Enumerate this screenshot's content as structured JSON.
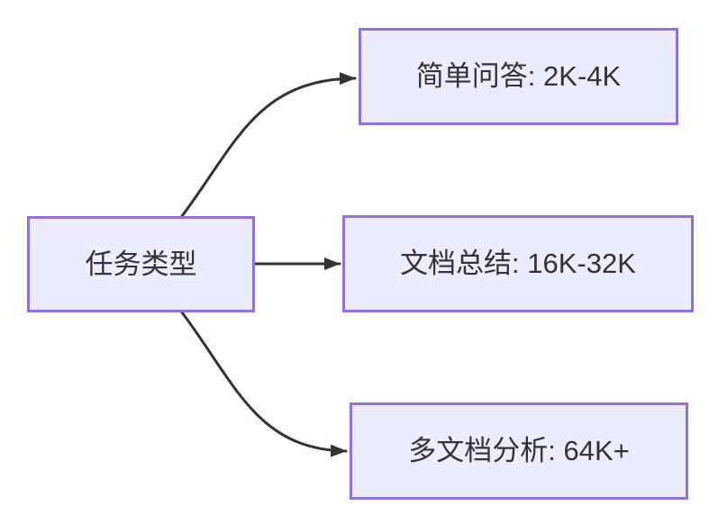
{
  "diagram": {
    "type": "flowchart-left-to-right",
    "root": {
      "label": "任务类型"
    },
    "branches": [
      {
        "label": "简单问答: 2K-4K"
      },
      {
        "label": "文档总结: 16K-32K"
      },
      {
        "label": "多文档分析: 64K+"
      }
    ],
    "edges": [
      {
        "from": "任务类型",
        "to": "简单问答: 2K-4K"
      },
      {
        "from": "任务类型",
        "to": "文档总结: 16K-32K"
      },
      {
        "from": "任务类型",
        "to": "多文档分析: 64K+"
      }
    ],
    "colors": {
      "node_fill": "#ECECFF",
      "node_border": "#9370DB",
      "edge": "#333333",
      "text": "#333333",
      "background": "#FFFFFF"
    }
  }
}
